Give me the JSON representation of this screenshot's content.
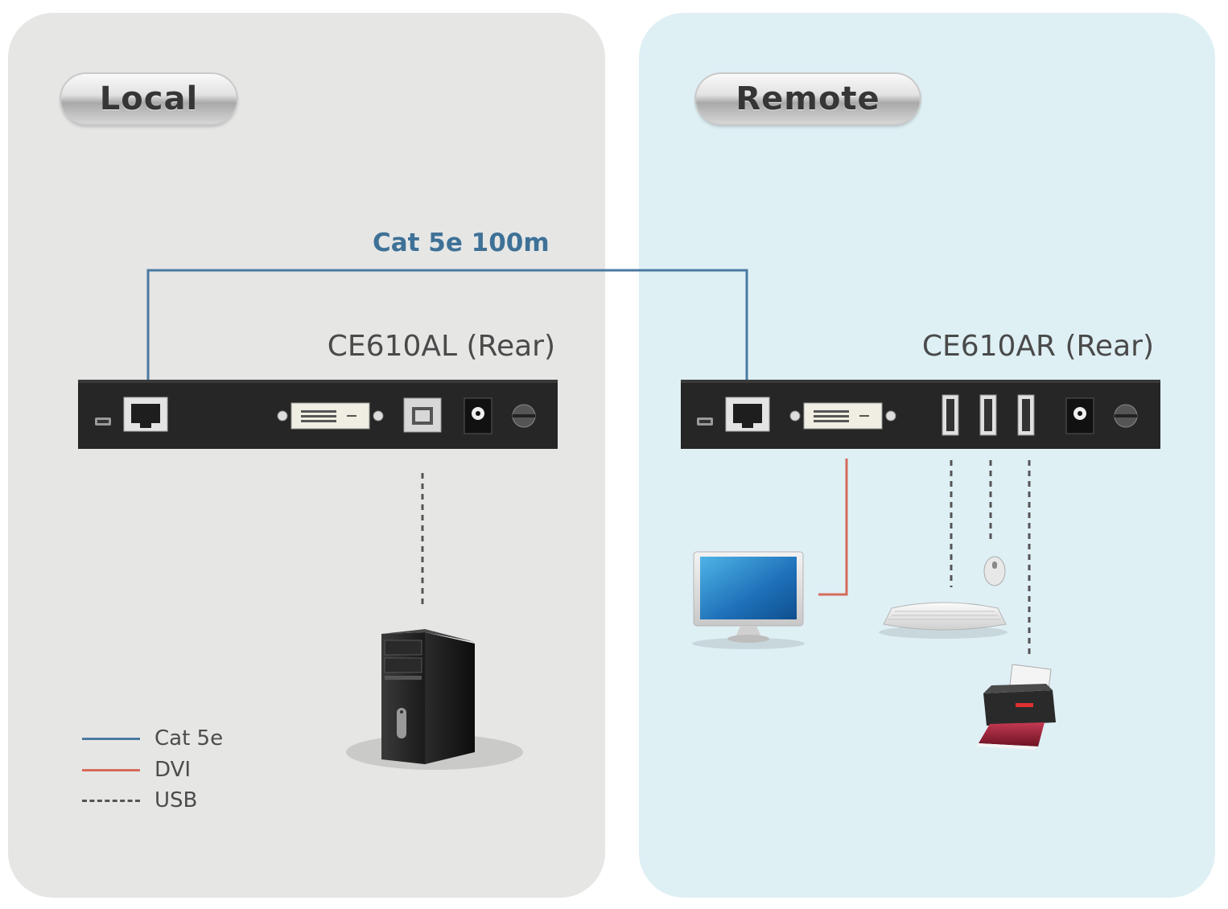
{
  "local": {
    "title": "Local",
    "device": "CE610AL (Rear)"
  },
  "remote": {
    "title": "Remote",
    "device": "CE610AR (Rear)"
  },
  "cable": {
    "label": "Cat 5e 100m"
  },
  "legend": [
    {
      "label": "Cat 5e",
      "color": "#4a7aa0",
      "style": "solid"
    },
    {
      "label": "DVI",
      "color": "#d66b5a",
      "style": "solid"
    },
    {
      "label": "USB",
      "color": "#555555",
      "style": "dashed"
    }
  ],
  "colors": {
    "local_bg": "#e6e6e5",
    "remote_bg": "#dff0f5",
    "device_body": "#262626",
    "cat5e": "#4a7aa0",
    "dvi": "#d66b5a",
    "usb": "#555555"
  },
  "icons": {
    "local_device_ports": [
      "micro-usb-port-icon",
      "rj45-port-icon",
      "dvi-port-icon",
      "usb-b-port-icon",
      "power-port-icon",
      "ground-icon"
    ],
    "remote_device_ports": [
      "micro-usb-port-icon",
      "rj45-port-icon",
      "dvi-port-icon",
      "usb-a-port-icon",
      "usb-a-port-icon",
      "usb-a-port-icon",
      "power-port-icon",
      "ground-icon"
    ],
    "local_peripherals": [
      "computer-tower-icon"
    ],
    "remote_peripherals": [
      "monitor-icon",
      "keyboard-icon",
      "mouse-icon",
      "printer-icon"
    ]
  }
}
